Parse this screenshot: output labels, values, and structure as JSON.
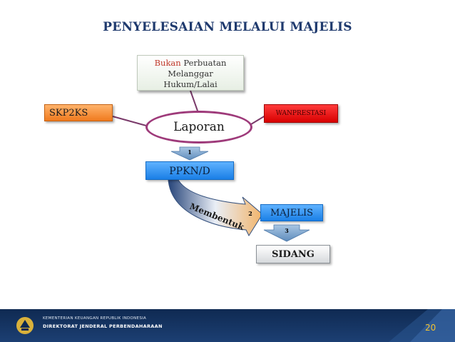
{
  "title": "PENYELESAIAN MELALUI MAJELIS",
  "top_box": {
    "highlight": "Bukan",
    "rest_line1": " Perbuatan",
    "line2": "Melanggar",
    "line3": "Hukum/Lalai"
  },
  "left_box": "SKP2KS",
  "right_box": "WANPRESTASI",
  "center": "Laporan",
  "ppkn": "PPKN/D",
  "curved_arrow_label": "Membentuk",
  "majelis": "MAJELIS",
  "sidang": "SIDANG",
  "steps": [
    "1",
    "2",
    "3"
  ],
  "footer": {
    "line1": "KEMENTERIAN KEUANGAN REPUBLIK INDONESIA",
    "line2": "DIREKTORAT JENDERAL PERBENDAHARAAN",
    "page": "20"
  },
  "colors": {
    "title": "#1f3a6e",
    "connector": "#7a3a6a",
    "blue_box": "#1a7fe6",
    "orange_box": "#f07a1e",
    "red_box": "#d80000",
    "arrow_fill": "#7fa9cf",
    "footer_bg": "#0f2a52",
    "page_number": "#f2c230"
  }
}
